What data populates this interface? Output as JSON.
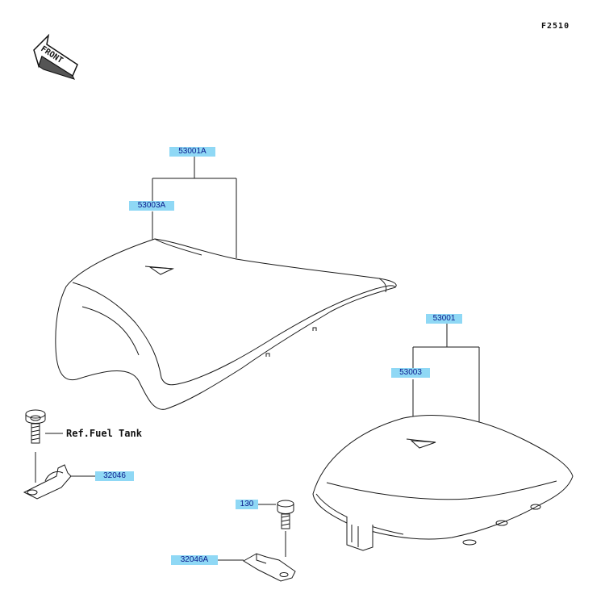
{
  "diagram": {
    "code": "F2510",
    "front_arrow_label": "FRONT",
    "reference_note": "Ref.Fuel Tank",
    "parts": [
      {
        "id": "p53001A",
        "label": "53001A"
      },
      {
        "id": "p53003A",
        "label": "53003A"
      },
      {
        "id": "p53001",
        "label": "53001"
      },
      {
        "id": "p53003",
        "label": "53003"
      },
      {
        "id": "p32046",
        "label": "32046"
      },
      {
        "id": "p130",
        "label": "130"
      },
      {
        "id": "p32046A",
        "label": "32046A"
      }
    ]
  }
}
